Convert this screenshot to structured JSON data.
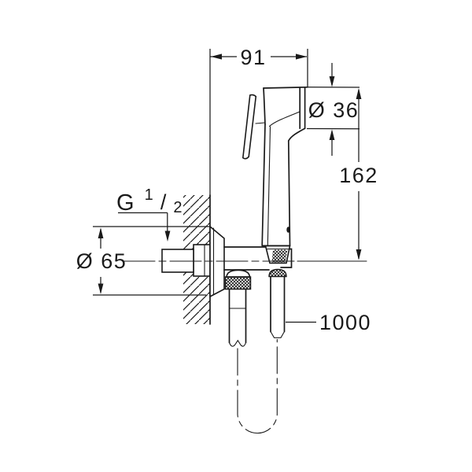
{
  "meta": {
    "type": "technical-dimension-drawing",
    "description": "wall-mounted trigger hand spray with holder, angle valve and shower hose"
  },
  "colors": {
    "background": "#ffffff",
    "line": "#1a1a1a"
  },
  "annotations": {
    "width": {
      "label": "91"
    },
    "head_diameter": {
      "label": "Ø 36"
    },
    "height": {
      "label": "162"
    },
    "thread": {
      "prefix": "G",
      "numerator": "1",
      "slash": "/",
      "denominator": "2"
    },
    "flange_diameter": {
      "label": "Ø 65"
    },
    "hose_length": {
      "label": "1000"
    }
  }
}
